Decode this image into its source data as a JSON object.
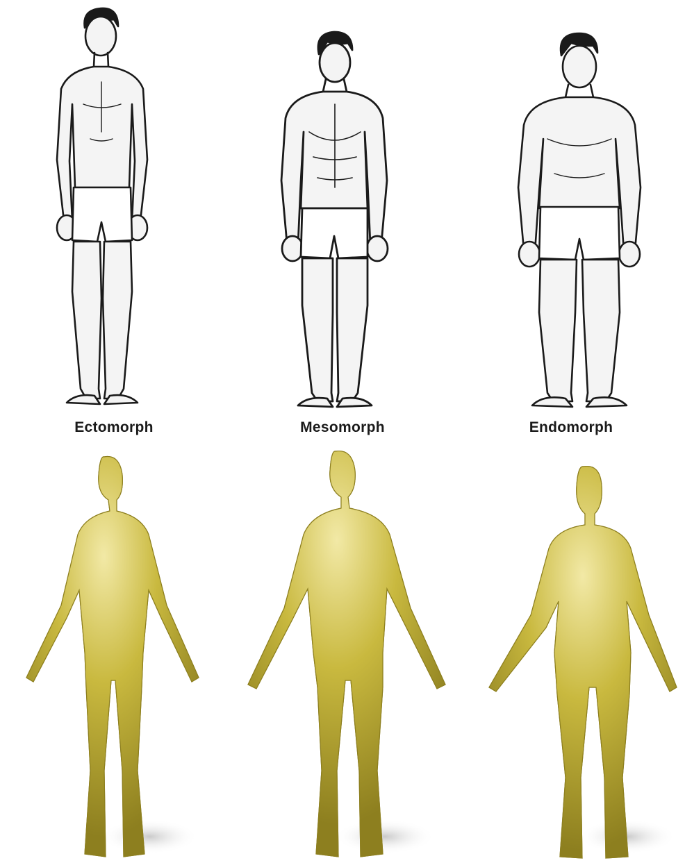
{
  "figure": {
    "columns": [
      {
        "label": "Ectomorph",
        "sketch_icon": "ectomorph-line-drawing",
        "mesh_icon": "ectomorph-3d-mesh"
      },
      {
        "label": "Mesomorph",
        "sketch_icon": "mesomorph-line-drawing",
        "mesh_icon": "mesomorph-3d-mesh"
      },
      {
        "label": "Endomorph",
        "sketch_icon": "endomorph-line-drawing",
        "mesh_icon": "endomorph-3d-mesh"
      }
    ]
  },
  "colors": {
    "ink": "#1a1a1a",
    "skin_fill": "#f4f4f4",
    "mesh_base": "#c9b93f",
    "mesh_highlight": "#f2e9a6",
    "mesh_shadow": "#8d7f1f"
  }
}
